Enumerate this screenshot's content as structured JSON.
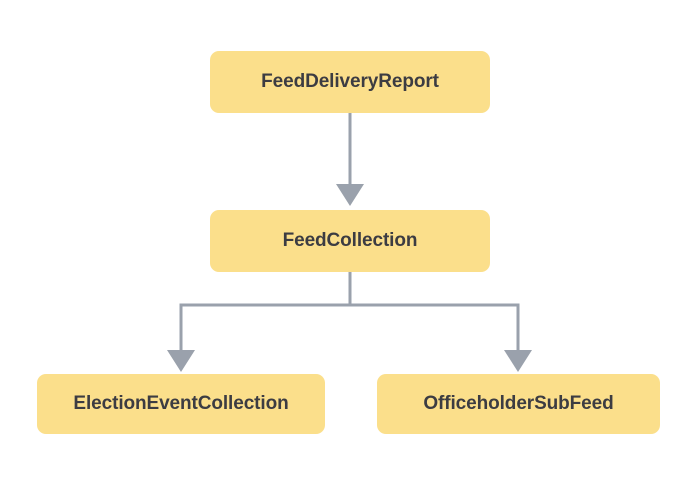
{
  "diagram": {
    "type": "flowchart",
    "orientation": "top-down",
    "background_color": "#ffffff",
    "node_fill_color": "#fbdf8b",
    "node_text_color": "#3c3c42",
    "connector_color": "#9aa1ac",
    "nodes": [
      {
        "id": "feed-delivery-report",
        "label": "FeedDeliveryReport"
      },
      {
        "id": "feed-collection",
        "label": "FeedCollection"
      },
      {
        "id": "election-event-collection",
        "label": "ElectionEventCollection"
      },
      {
        "id": "officeholder-sub-feed",
        "label": "OfficeholderSubFeed"
      }
    ],
    "edges": [
      {
        "from": "feed-delivery-report",
        "to": "feed-collection",
        "style": "straight-arrow"
      },
      {
        "from": "feed-collection",
        "to": "election-event-collection",
        "style": "elbow-arrow"
      },
      {
        "from": "feed-collection",
        "to": "officeholder-sub-feed",
        "style": "elbow-arrow"
      }
    ]
  }
}
